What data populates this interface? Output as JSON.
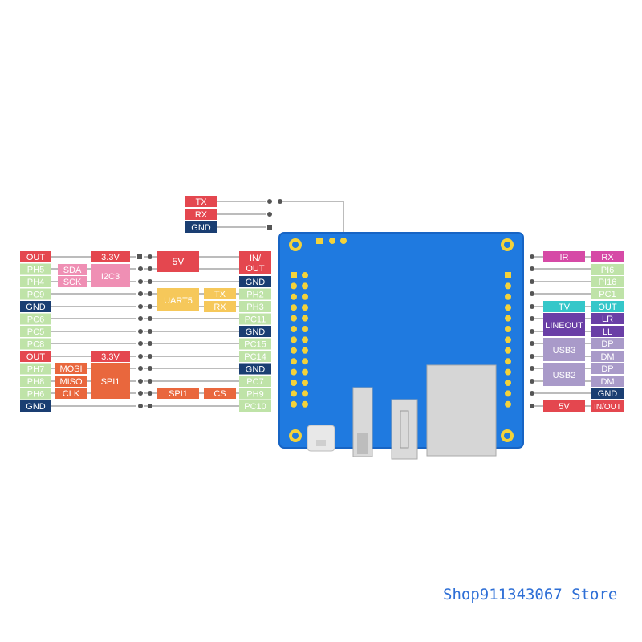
{
  "colors": {
    "board": "#1f7ae0",
    "board_edge": "#1764c4",
    "pin": "#f3d23a",
    "red": "#e4474f",
    "pink": "#ef8fb4",
    "yellow": "#f6c85a",
    "green": "#bfe3a8",
    "navy": "#1a3e72",
    "orange": "#e9673d",
    "magenta": "#d64aa6",
    "purple": "#6a3fa6",
    "lavender": "#a99ac9",
    "cyan": "#35c7c9",
    "line": "#7a7a7a"
  },
  "uart_debug": [
    "TX",
    "RX",
    "GND"
  ],
  "left_pins": [
    "OUT",
    "PH5",
    "PH4",
    "PC9",
    "GND",
    "PC6",
    "PC5",
    "PC8",
    "OUT",
    "PH7",
    "PH8",
    "PH6",
    "GND"
  ],
  "mid_pins": [
    "IN/\nOUT",
    "GND",
    "PH2",
    "PH3",
    "PC11",
    "GND",
    "PC15",
    "PC14",
    "GND",
    "PC7",
    "PH9",
    "PC10"
  ],
  "func": {
    "v33_top": "3.3V",
    "v33_spi": "3.3V",
    "sda": "SDA",
    "sck": "SCK",
    "i2c": "I2C3",
    "v5": "5V",
    "uart5": "UART5",
    "tx": "TX",
    "rx": "RX",
    "mosi": "MOSI",
    "miso": "MISO",
    "clk": "CLK",
    "spi1_block": "SPI1",
    "spi1_label": "SPI1",
    "cs": "CS"
  },
  "right_labels": {
    "ir": "IR",
    "rx": "RX",
    "pi6": "PI6",
    "pi16": "PI16",
    "pc1": "PC1",
    "tv": "TV",
    "out": "OUT",
    "lineout": "LINEOUT",
    "lr": "LR",
    "ll": "LL",
    "usb3": "USB3",
    "dp1": "DP",
    "dm1": "DM",
    "usb2": "USB2",
    "dp2": "DP",
    "dm2": "DM",
    "gnd": "GND",
    "v5": "5V",
    "inout": "IN/OUT"
  },
  "watermark": "Shop911343067 Store"
}
